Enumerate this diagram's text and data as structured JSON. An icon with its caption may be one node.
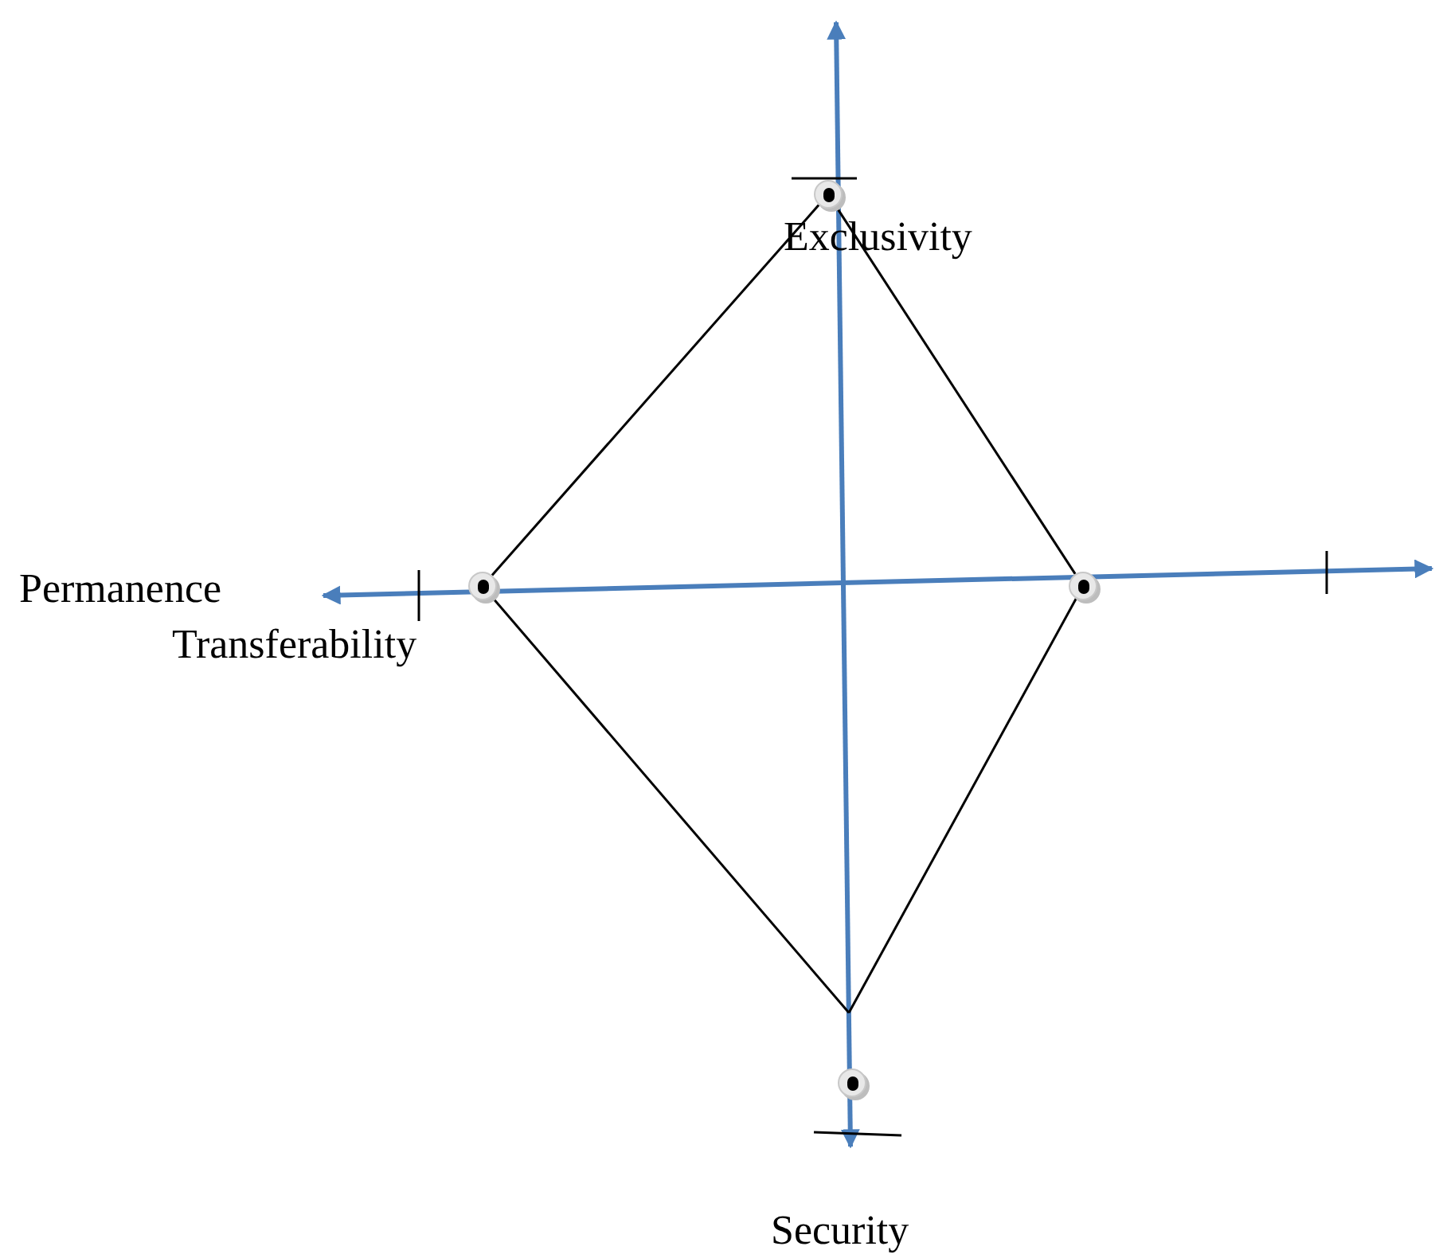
{
  "diagram": {
    "nodes": [
      {
        "text": [],
        "shape": "circle",
        "beside": [
          "Exclusivity"
        ]
      },
      {
        "text": [],
        "shape": "circle",
        "beside": [
          "Transferability"
        ]
      },
      {
        "text": [],
        "shape": "circle"
      },
      {
        "text": [],
        "shape": "circle",
        "beside": [
          "Security"
        ]
      }
    ],
    "edges": [
      {
        "from": 0,
        "to": 1,
        "arrow": "none"
      },
      {
        "from": 0,
        "to": 2,
        "arrow": "none"
      },
      {
        "from": 1,
        "to": null,
        "arrow": "none"
      },
      {
        "from": 2,
        "to": null,
        "arrow": "none"
      }
    ],
    "labels": [
      "Permanence"
    ]
  }
}
